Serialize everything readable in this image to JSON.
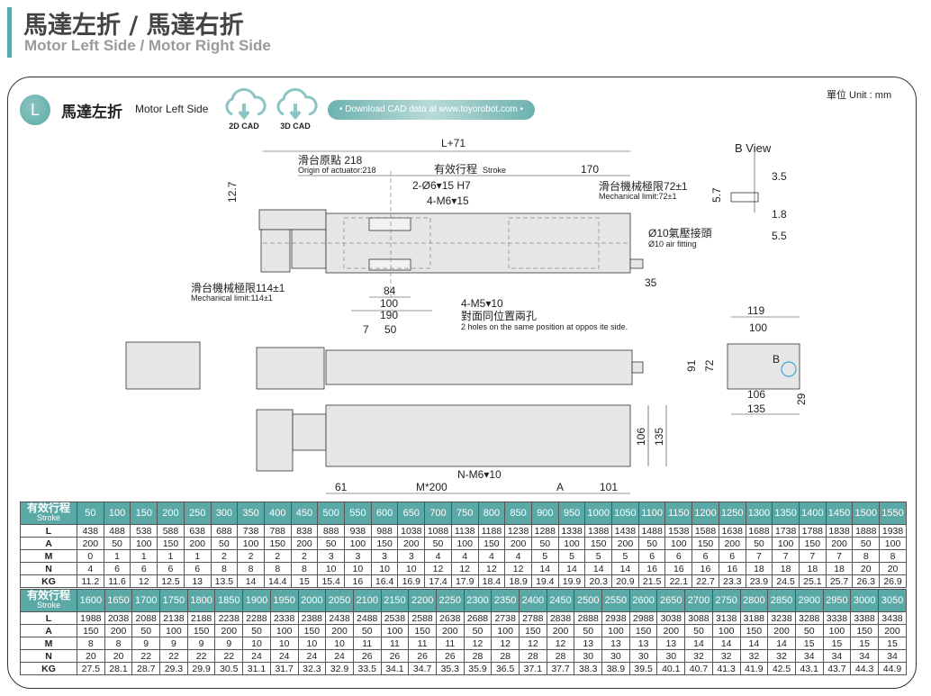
{
  "header": {
    "title_zh": "馬達左折 / 馬達右折",
    "title_en": "Motor Left Side / Motor Right Side"
  },
  "section": {
    "badge": "L",
    "title_zh": "馬達左折",
    "title_en": "Motor Left Side",
    "unit": "單位 Unit : mm",
    "cad": [
      "2D CAD",
      "3D CAD"
    ],
    "download": "• Download CAD data at www.toyorobot.com •"
  },
  "drawing": {
    "l71": "L+71",
    "origin_zh": "滑台原點 218",
    "origin_en": "Origin of actuator:218",
    "stroke_zh": "有效行程",
    "stroke_en": "Stroke",
    "d170": "170",
    "pin": "2-Ø6▾15 H7",
    "tap": "4-M6▾15",
    "mech72_zh": "滑台機械極限72±1",
    "mech72_en": "Mechanical limit:72±1",
    "d12_7": "12.7",
    "air_zh": "Ø10氣壓接頭",
    "air_en": "Ø10 air fitting",
    "d35": "35",
    "mech114_zh": "滑台機械極限114±1",
    "mech114_en": "Mechanical limit:114±1",
    "d84": "84",
    "d100": "100",
    "d190": "190",
    "m5": "4-M5▾10",
    "m5_zh": "對面同位置兩孔",
    "m5_en": "2 holes on the same position at oppos ite side.",
    "d7": "7",
    "d50": "50",
    "bview": "B View",
    "b35": "3.5",
    "b57": "5.7",
    "b18": "1.8",
    "b55": "5.5",
    "e119": "119",
    "e100": "100",
    "e91": "91",
    "e72": "72",
    "e106": "106",
    "e135": "135",
    "e29": "29",
    "eB": "B",
    "f106": "106",
    "f135": "135",
    "nm6": "N-M6▾10",
    "f61": "61",
    "fm": "M*200",
    "fa": "A",
    "f101": "101"
  },
  "tables": [
    {
      "header_zh": "有效行程",
      "header_en": "Stroke",
      "stroke": [
        50,
        100,
        150,
        200,
        250,
        300,
        350,
        400,
        450,
        500,
        550,
        600,
        650,
        700,
        750,
        800,
        850,
        900,
        950,
        1000,
        1050,
        1100,
        1150,
        1200,
        1250,
        1300,
        1350,
        1400,
        1450,
        1500,
        1550
      ],
      "rows": [
        {
          "label": "L",
          "values": [
            438,
            488,
            538,
            588,
            638,
            688,
            738,
            788,
            838,
            888,
            938,
            988,
            1038,
            1088,
            1138,
            1188,
            1238,
            1288,
            1338,
            1388,
            1438,
            1488,
            1538,
            1588,
            1638,
            1688,
            1738,
            1788,
            1838,
            1888,
            1938
          ]
        },
        {
          "label": "A",
          "values": [
            200,
            50,
            100,
            150,
            200,
            50,
            100,
            150,
            200,
            50,
            100,
            150,
            200,
            50,
            100,
            150,
            200,
            50,
            100,
            150,
            200,
            50,
            100,
            150,
            200,
            50,
            100,
            150,
            200,
            50,
            100
          ]
        },
        {
          "label": "M",
          "values": [
            0,
            1,
            1,
            1,
            1,
            2,
            2,
            2,
            2,
            3,
            3,
            3,
            3,
            4,
            4,
            4,
            4,
            5,
            5,
            5,
            5,
            6,
            6,
            6,
            6,
            7,
            7,
            7,
            7,
            8,
            8
          ]
        },
        {
          "label": "N",
          "values": [
            4,
            6,
            6,
            6,
            6,
            8,
            8,
            8,
            8,
            10,
            10,
            10,
            10,
            12,
            12,
            12,
            12,
            14,
            14,
            14,
            14,
            16,
            16,
            16,
            16,
            18,
            18,
            18,
            18,
            20,
            20
          ]
        },
        {
          "label": "KG",
          "values": [
            11.2,
            11.6,
            12,
            12.5,
            13,
            13.5,
            14,
            14.4,
            15,
            15.4,
            16,
            16.4,
            16.9,
            17.4,
            17.9,
            18.4,
            18.9,
            19.4,
            19.9,
            20.3,
            20.9,
            21.5,
            22.1,
            22.7,
            23.3,
            23.9,
            24.5,
            25.1,
            25.7,
            26.3,
            26.9
          ]
        }
      ]
    },
    {
      "header_zh": "有效行程",
      "header_en": "Stroke",
      "stroke": [
        1600,
        1650,
        1700,
        1750,
        1800,
        1850,
        1900,
        1950,
        2000,
        2050,
        2100,
        2150,
        2200,
        2250,
        2300,
        2350,
        2400,
        2450,
        2500,
        2550,
        2600,
        2650,
        2700,
        2750,
        2800,
        2850,
        2900,
        2950,
        3000,
        3050
      ],
      "rows": [
        {
          "label": "L",
          "values": [
            1988,
            2038,
            2088,
            2138,
            2188,
            2238,
            2288,
            2338,
            2388,
            2438,
            2488,
            2538,
            2588,
            2638,
            2688,
            2738,
            2788,
            2838,
            2888,
            2938,
            2988,
            3038,
            3088,
            3138,
            3188,
            3238,
            3288,
            3338,
            3388,
            3438
          ]
        },
        {
          "label": "A",
          "values": [
            150,
            200,
            50,
            100,
            150,
            200,
            50,
            100,
            150,
            200,
            50,
            100,
            150,
            200,
            50,
            100,
            150,
            200,
            50,
            100,
            150,
            200,
            50,
            100,
            150,
            200,
            50,
            100,
            150,
            200
          ]
        },
        {
          "label": "M",
          "values": [
            8,
            8,
            9,
            9,
            9,
            9,
            10,
            10,
            10,
            10,
            11,
            11,
            11,
            11,
            12,
            12,
            12,
            12,
            13,
            13,
            13,
            13,
            14,
            14,
            14,
            14,
            15,
            15,
            15,
            15
          ]
        },
        {
          "label": "N",
          "values": [
            20,
            20,
            22,
            22,
            22,
            22,
            24,
            24,
            24,
            24,
            26,
            26,
            26,
            26,
            28,
            28,
            28,
            28,
            30,
            30,
            30,
            30,
            32,
            32,
            32,
            32,
            34,
            34,
            34,
            34
          ]
        },
        {
          "label": "KG",
          "values": [
            27.5,
            28.1,
            28.7,
            29.3,
            29.9,
            30.5,
            31.1,
            31.7,
            32.3,
            32.9,
            33.5,
            34.1,
            34.7,
            35.3,
            35.9,
            36.5,
            37.1,
            37.7,
            38.3,
            38.9,
            39.5,
            40.1,
            40.7,
            41.3,
            41.9,
            42.5,
            43.1,
            43.7,
            44.3,
            44.9
          ]
        }
      ]
    }
  ]
}
